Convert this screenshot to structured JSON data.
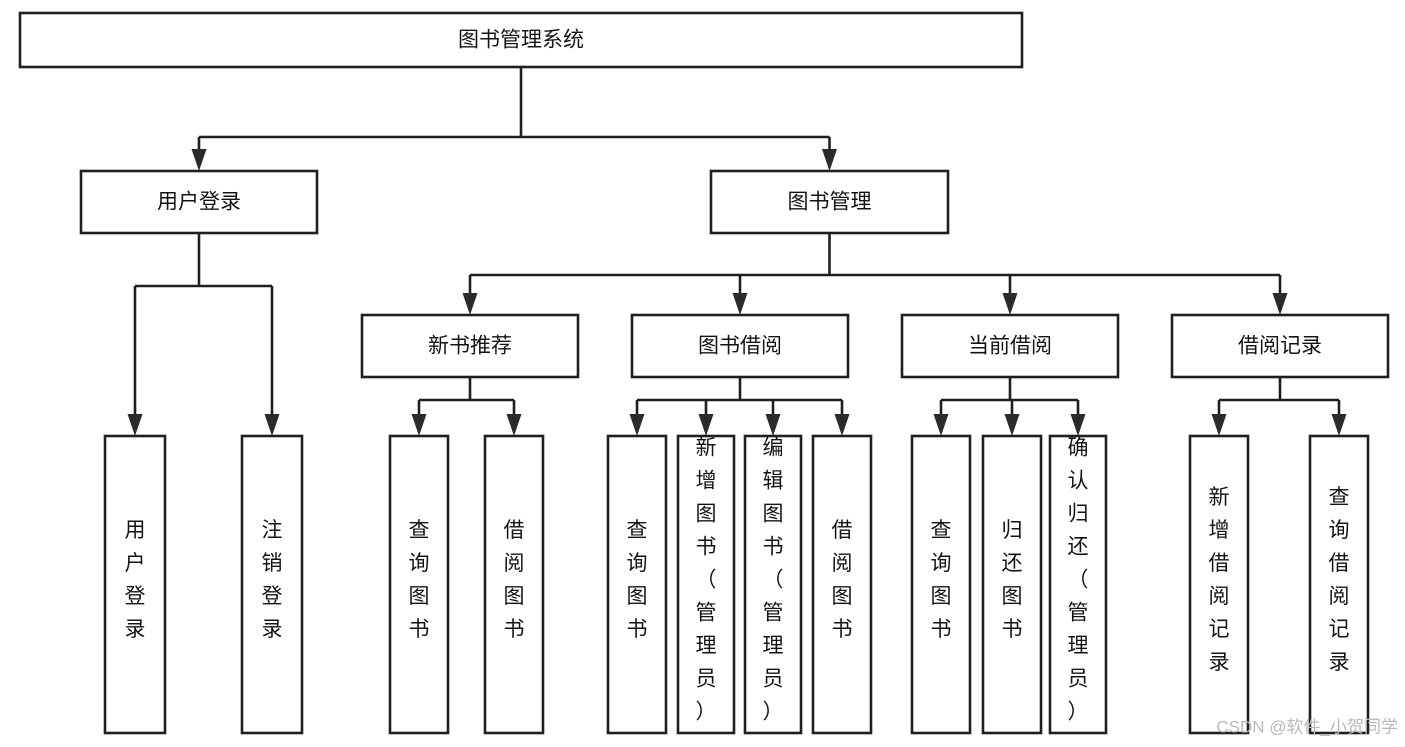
{
  "diagram": {
    "title": "图书管理系统",
    "type": "tree-hierarchy",
    "orientation": "top-down",
    "nodes": {
      "root": {
        "label": "图书管理系统",
        "level": 0,
        "text_orientation": "horizontal"
      },
      "level2": [
        {
          "id": "user-login",
          "label": "用户登录",
          "text_orientation": "horizontal"
        },
        {
          "id": "book-management",
          "label": "图书管理",
          "text_orientation": "horizontal"
        }
      ],
      "level3": [
        {
          "id": "new-book-recommend",
          "label": "新书推荐",
          "parent": "book-management",
          "text_orientation": "horizontal"
        },
        {
          "id": "book-borrow",
          "label": "图书借阅",
          "parent": "book-management",
          "text_orientation": "horizontal"
        },
        {
          "id": "current-borrow",
          "label": "当前借阅",
          "parent": "book-management",
          "text_orientation": "horizontal"
        },
        {
          "id": "borrow-record",
          "label": "借阅记录",
          "parent": "book-management",
          "text_orientation": "horizontal"
        }
      ],
      "leaves": [
        {
          "id": "leaf-user-login",
          "label": "用户登录",
          "parent": "user-login",
          "text_orientation": "vertical"
        },
        {
          "id": "leaf-user-logout",
          "label": "注销登录",
          "parent": "user-login",
          "text_orientation": "vertical"
        },
        {
          "id": "leaf-query-book-1",
          "label": "查询图书",
          "parent": "new-book-recommend",
          "text_orientation": "vertical"
        },
        {
          "id": "leaf-borrow-book-1",
          "label": "借阅图书",
          "parent": "new-book-recommend",
          "text_orientation": "vertical"
        },
        {
          "id": "leaf-query-book-2",
          "label": "查询图书",
          "parent": "book-borrow",
          "text_orientation": "vertical"
        },
        {
          "id": "leaf-add-book",
          "label": "新增图书（管理员）",
          "parent": "book-borrow",
          "text_orientation": "vertical"
        },
        {
          "id": "leaf-edit-book",
          "label": "编辑图书（管理员）",
          "parent": "book-borrow",
          "text_orientation": "vertical"
        },
        {
          "id": "leaf-borrow-book-2",
          "label": "借阅图书",
          "parent": "book-borrow",
          "text_orientation": "vertical"
        },
        {
          "id": "leaf-query-book-3",
          "label": "查询图书",
          "parent": "current-borrow",
          "text_orientation": "vertical"
        },
        {
          "id": "leaf-return-book",
          "label": "归还图书",
          "parent": "current-borrow",
          "text_orientation": "vertical"
        },
        {
          "id": "leaf-confirm-return",
          "label": "确认归还（管理员）",
          "parent": "current-borrow",
          "text_orientation": "vertical"
        },
        {
          "id": "leaf-add-record",
          "label": "新增借阅记录",
          "parent": "borrow-record",
          "text_orientation": "vertical"
        },
        {
          "id": "leaf-query-record",
          "label": "查询借阅记录",
          "parent": "borrow-record",
          "text_orientation": "vertical"
        }
      ]
    },
    "colors": {
      "box_fill": "#ffffff",
      "box_stroke": "#1f1f1f",
      "text": "#141414",
      "connector": "#1f1f1f",
      "background": "#ffffff",
      "watermark": "#b9b9b9"
    }
  },
  "watermark": {
    "text": "CSDN @软件_小贺同学"
  }
}
